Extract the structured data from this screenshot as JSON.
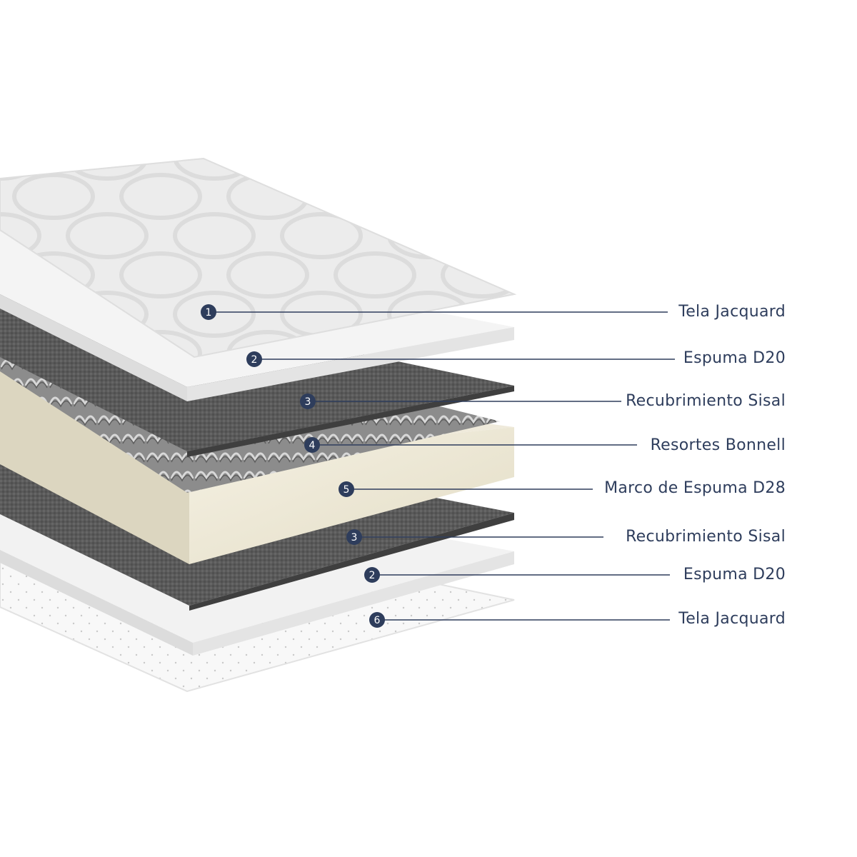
{
  "colors": {
    "marker": "#2e3d5c",
    "leader_line": "#2e3d5c",
    "label_text": "#2e3d5c",
    "quilted_fabric": "#e9e9e9",
    "foam_white": "#f4f4f4",
    "sisal_dark": "#5b5b5b",
    "springs_silver": "#9a9a9a",
    "foam_frame_cream": "#ede8d8",
    "bottom_fabric": "#f7f7f7"
  },
  "callouts": [
    {
      "number": "1",
      "label": "Tela Jacquard"
    },
    {
      "number": "2",
      "label": "Espuma D20"
    },
    {
      "number": "3",
      "label": "Recubrimiento Sisal"
    },
    {
      "number": "4",
      "label": "Resortes Bonnell"
    },
    {
      "number": "5",
      "label": "Marco de Espuma D28"
    },
    {
      "number": "3",
      "label": "Recubrimiento Sisal"
    },
    {
      "number": "2",
      "label": "Espuma D20"
    },
    {
      "number": "6",
      "label": "Tela Jacquard"
    }
  ]
}
